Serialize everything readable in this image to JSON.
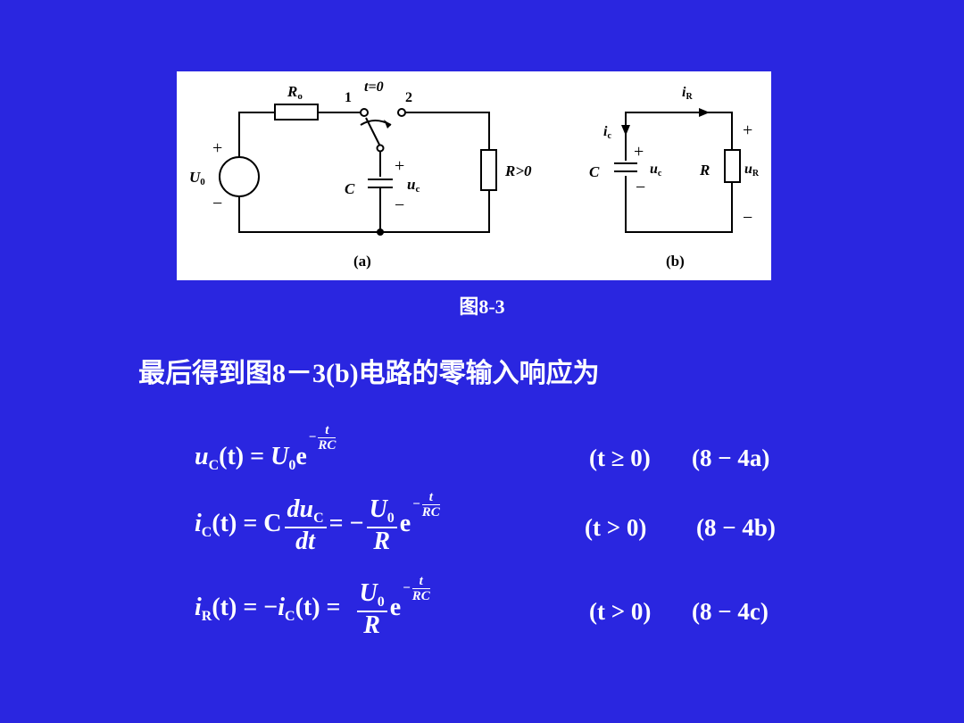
{
  "figure": {
    "caption": "图8-3",
    "panel_a": {
      "label": "(a)",
      "source": "U",
      "source_sub": "0",
      "resistor_r0": "R",
      "resistor_r0_sub": "o",
      "switch_label": "t=0",
      "switch_pos1": "1",
      "switch_pos2": "2",
      "capacitor": "C",
      "cap_voltage": "u",
      "cap_voltage_sub": "c",
      "load_label": "R>0",
      "plus": "+",
      "minus": "−"
    },
    "panel_b": {
      "label": "(b)",
      "current_r": "i",
      "current_r_sub": "R",
      "current_c": "i",
      "current_c_sub": "c",
      "capacitor": "C",
      "cap_voltage": "u",
      "cap_voltage_sub": "c",
      "resistor": "R",
      "res_voltage": "u",
      "res_voltage_sub": "R",
      "plus": "+",
      "minus": "−"
    }
  },
  "intro_text": "最后得到图8－3(b)电路的零输入响应为",
  "equations": [
    {
      "lhs_var": "u",
      "lhs_sub": "C",
      "lhs_arg": "(t) = ",
      "u0": "U",
      "u0_sub": "0",
      "e": "e",
      "exp_num": "t",
      "exp_den": "RC",
      "exp_sign": "−",
      "condition": "(t ≥ 0)",
      "tag": "(8 − 4a)"
    },
    {
      "lhs_var": "i",
      "lhs_sub": "C",
      "lhs_arg": "(t) = C",
      "d_num": "du",
      "d_num_sub": "C",
      "d_den": "dt",
      "mid": "= −",
      "u0": "U",
      "u0_sub": "0",
      "den": "R",
      "e": "e",
      "exp_num": "t",
      "exp_den": "RC",
      "exp_sign": "−",
      "condition": "(t > 0)",
      "tag": "(8 − 4b)"
    },
    {
      "lhs_var": "i",
      "lhs_sub": "R",
      "lhs_arg": "(t) = −",
      "rhs_var": "i",
      "rhs_sub": "C",
      "rhs_arg": "(t) =",
      "u0": "U",
      "u0_sub": "0",
      "den": "R",
      "e": "e",
      "exp_num": "t",
      "exp_den": "RC",
      "exp_sign": "−",
      "condition": "(t > 0)",
      "tag": "(8 − 4c)"
    }
  ]
}
